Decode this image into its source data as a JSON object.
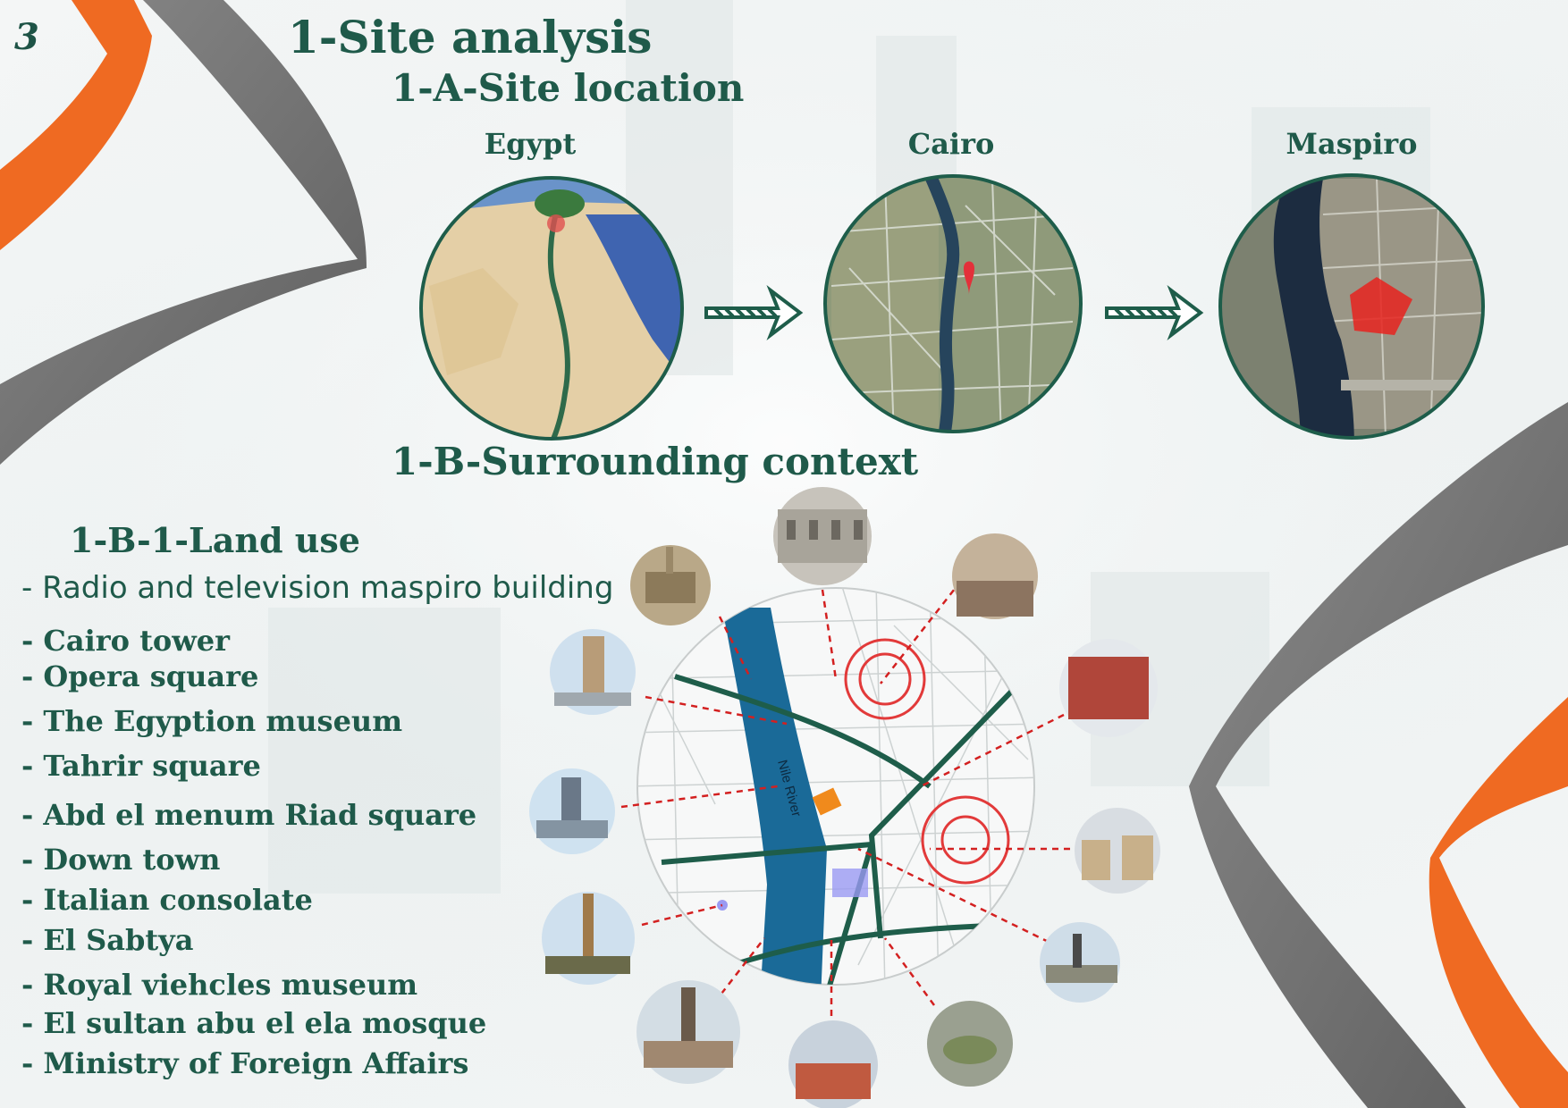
{
  "page_number": "3",
  "title": "1-Site analysis",
  "section_a": {
    "heading": "1-A-Site location",
    "maps": [
      {
        "label": "Egypt"
      },
      {
        "label": "Cairo"
      },
      {
        "label": "Maspiro"
      }
    ]
  },
  "section_b": {
    "heading": "1-B-Surrounding context",
    "land_use_heading": "1-B-1-Land use",
    "land_use_items": [
      "- Radio and television maspiro building",
      "- Cairo tower",
      "- Opera square",
      "- The Egyption museum",
      "- Tahrir square",
      "- Abd el menum Riad square",
      "- Down town",
      "- Italian consolate",
      "- El Sabtya",
      "- Royal viehcles museum",
      "- El sultan abu el ela mosque",
      "- Ministry of Foreign Affairs"
    ],
    "context_map": {
      "river_label": "Nile River"
    }
  },
  "colors": {
    "accent_green": "#1f5a4a",
    "ring_green": "#1e5d4a",
    "orange": "#ef6a22",
    "gray": "#737373",
    "nile_blue": "#1a6a98",
    "red_dash": "#d32020"
  }
}
